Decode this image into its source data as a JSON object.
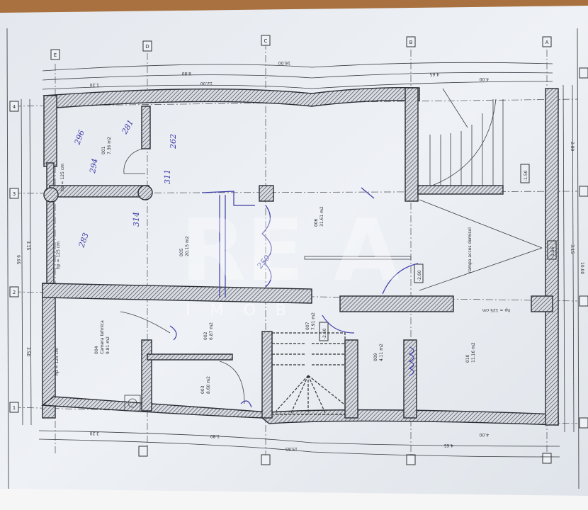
{
  "plan": {
    "axes_letters": [
      "E",
      "D",
      "C",
      "B",
      "A"
    ],
    "axes_numbers": [
      "4",
      "3",
      "2",
      "1"
    ],
    "dimensions_top": [
      "16.00",
      "9.80",
      "4.65",
      "12.00",
      "1.20",
      "4.00"
    ],
    "dimensions_bottom": [
      "15.85",
      "4.65",
      "3.20",
      "1.80",
      "4.00"
    ],
    "dimensions_right": [
      "10.00",
      "3.15",
      "2.80"
    ],
    "dimensions_left": [
      "9.95",
      "3.15",
      "3.50"
    ],
    "ramp_label": "rampa acces demisol",
    "elevations": [
      "-1.50",
      "-1.56",
      "-2.60",
      "-2.60"
    ],
    "headroom_note": "hp = 125 cm",
    "rooms": [
      {
        "code": "001",
        "area": "7.36 m2"
      },
      {
        "code": "005",
        "area": "20.15 m2"
      },
      {
        "code": "006",
        "area": "31.61 m2"
      },
      {
        "code": "004",
        "name": "Camera tehnica",
        "area": "9.81 m2"
      },
      {
        "code": "002",
        "area": "6.87 m2"
      },
      {
        "code": "003",
        "area": "8.60 m2"
      },
      {
        "code": "007",
        "area": "7.91 m2"
      },
      {
        "code": "009",
        "area": "4.11 m2"
      },
      {
        "code": "010",
        "area": "11.16 m2"
      }
    ],
    "handwritten": [
      "296",
      "281",
      "283",
      "311",
      "314",
      "294",
      "262",
      "250"
    ],
    "watermark": "IMOB"
  }
}
